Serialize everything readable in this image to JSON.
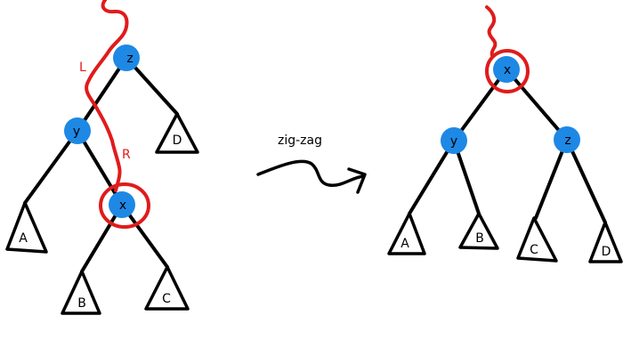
{
  "colors": {
    "edge": "#000000",
    "node": "#1e88e5",
    "highlight": "#e01b1b"
  },
  "before": {
    "nodes": {
      "z": "z",
      "y": "y",
      "x": "x"
    },
    "subtrees": {
      "A": "A",
      "B": "B",
      "C": "C",
      "D": "D"
    },
    "path_labels": {
      "left": "L",
      "right": "R"
    }
  },
  "operation": {
    "label": "zig-zag",
    "icon": "curvy-arrow-icon"
  },
  "after": {
    "nodes": {
      "x": "x",
      "y": "y",
      "z": "z"
    },
    "subtrees": {
      "A": "A",
      "B": "B",
      "C": "C",
      "D": "D"
    }
  }
}
